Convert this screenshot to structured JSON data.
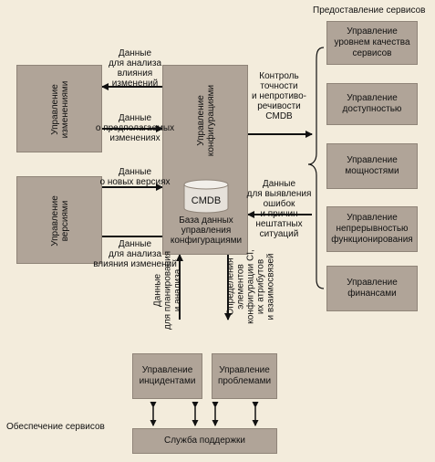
{
  "headers": {
    "services_delivery": "Предоставление сервисов",
    "services_support": "Обеспечение сервисов"
  },
  "left_boxes": {
    "change": "Управление изменениями",
    "release": "Управление версиями"
  },
  "center": {
    "title": "Управление конфигурациями",
    "cmdb": "CMDB",
    "db_label_1": "База данных",
    "db_label_2": "управления",
    "db_label_3": "конфигурациями"
  },
  "right_boxes": {
    "slm_1": "Управление",
    "slm_2": "уровнем качества",
    "slm_3": "сервисов",
    "avail_1": "Управление",
    "avail_2": "доступностью",
    "cap_1": "Управление",
    "cap_2": "мощностями",
    "cont_1": "Управление",
    "cont_2": "непрерывностью",
    "cont_3": "функционирования",
    "fin_1": "Управление",
    "fin_2": "финансами"
  },
  "bottom_boxes": {
    "inc_1": "Управление",
    "inc_2": "инцидентами",
    "prob_1": "Управление",
    "prob_2": "проблемами",
    "desk": "Служба поддержки"
  },
  "labels": {
    "a1_1": "Данные",
    "a1_2": "для анализа",
    "a1_3": "влияния",
    "a1_4": "изменений",
    "a2_1": "Данные",
    "a2_2": "о предполагаемых",
    "a2_3": "изменениях",
    "a3_1": "Данные",
    "a3_2": "о новых версиях",
    "a4_1": "Данные",
    "a4_2": "для анализа",
    "a4_3": "влияния изменений",
    "r1_1": "Контроль",
    "r1_2": "точности",
    "r1_3": "и непротиво-",
    "r1_4": "речивости",
    "r1_5": "CMDB",
    "r2_1": "Данные",
    "r2_2": "для выявления",
    "r2_3": "ошибок",
    "r2_4": "и причин",
    "r2_5": "нештатных",
    "r2_6": "ситуаций",
    "v1_1": "Данные",
    "v1_2": "для планирования",
    "v1_3": "и анализа",
    "v2_1": "Определения",
    "v2_2": "элементов",
    "v2_3": "конфигурации СІ,",
    "v2_4": "их атрибутов",
    "v2_5": "и взаимосвязей"
  }
}
